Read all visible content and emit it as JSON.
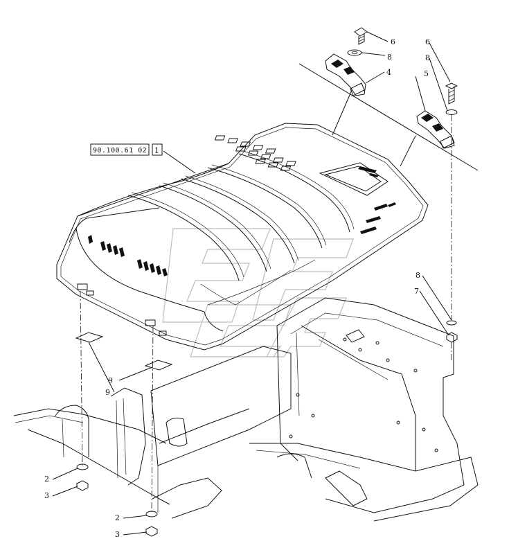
{
  "diagram": {
    "reference_code": "90.100.61 02",
    "callouts": [
      {
        "id": "c6a",
        "label": "6"
      },
      {
        "id": "c8a",
        "label": "8"
      },
      {
        "id": "c4",
        "label": "4"
      },
      {
        "id": "c6b",
        "label": "6"
      },
      {
        "id": "c8b",
        "label": "8"
      },
      {
        "id": "c5",
        "label": "5"
      },
      {
        "id": "c1",
        "label": "1"
      },
      {
        "id": "c8c",
        "label": "8"
      },
      {
        "id": "c7",
        "label": "7"
      },
      {
        "id": "c9a",
        "label": "9"
      },
      {
        "id": "c9b",
        "label": "9"
      },
      {
        "id": "c2a",
        "label": "2"
      },
      {
        "id": "c3a",
        "label": "3"
      },
      {
        "id": "c2b",
        "label": "2"
      },
      {
        "id": "c3b",
        "label": "3"
      }
    ]
  }
}
